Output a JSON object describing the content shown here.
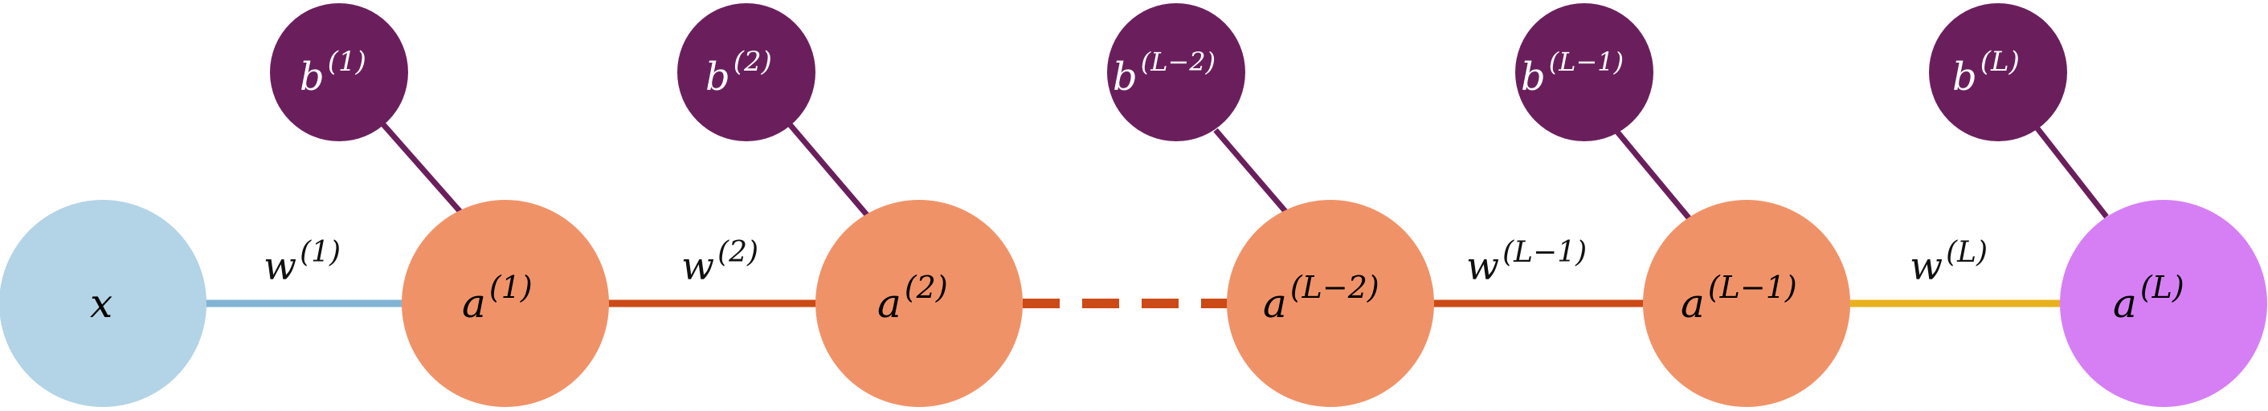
{
  "colors": {
    "input_node": "#b3d3e6",
    "hidden_node": "#f09268",
    "output_node": "#d67ff5",
    "bias_node": "#6a1f5c",
    "edge_input": "#82b3d4",
    "edge_hidden": "#cc4a16",
    "edge_output": "#e8b21f",
    "bias_edge": "#6a1f5c"
  },
  "nodes": {
    "x": {
      "base": "x",
      "sup": ""
    },
    "a1": {
      "base": "a",
      "sup": "(1)"
    },
    "a2": {
      "base": "a",
      "sup": "(2)"
    },
    "aL2": {
      "base": "a",
      "sup": "(L−2)"
    },
    "aL1": {
      "base": "a",
      "sup": "(L−1)"
    },
    "aL": {
      "base": "a",
      "sup": "(L)"
    }
  },
  "biases": {
    "b1": {
      "base": "b",
      "sup": "(1)"
    },
    "b2": {
      "base": "b",
      "sup": "(2)"
    },
    "bL2": {
      "base": "b",
      "sup": "(L−2)"
    },
    "bL1": {
      "base": "b",
      "sup": "(L−1)"
    },
    "bL": {
      "base": "b",
      "sup": "(L)"
    }
  },
  "weights": {
    "w1": {
      "base": "w",
      "sup": "(1)"
    },
    "w2": {
      "base": "w",
      "sup": "(2)"
    },
    "wL1": {
      "base": "w",
      "sup": "(L−1)"
    },
    "wL": {
      "base": "w",
      "sup": "(L)"
    }
  }
}
